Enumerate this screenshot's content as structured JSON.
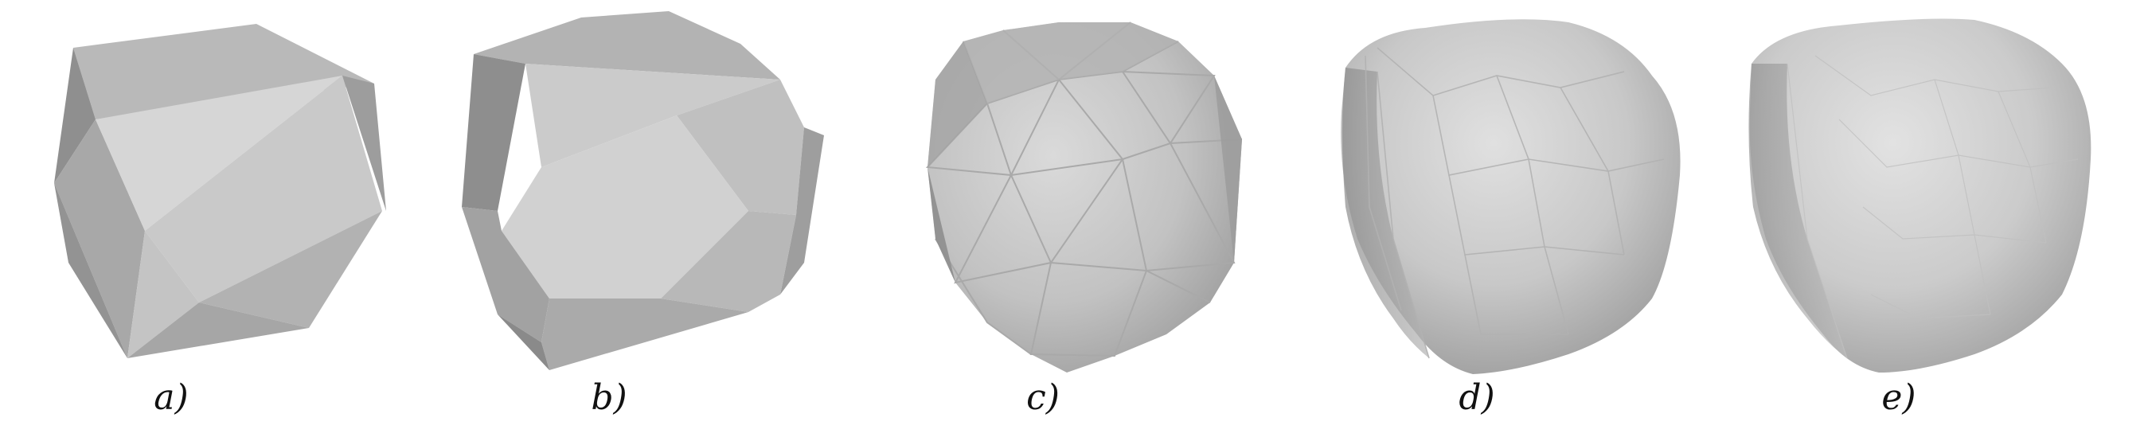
{
  "panels": [
    {
      "id": "a",
      "label": "a)"
    },
    {
      "id": "b",
      "label": "b)"
    },
    {
      "id": "c",
      "label": "c)"
    },
    {
      "id": "d",
      "label": "d)"
    },
    {
      "id": "e",
      "label": "e)"
    }
  ],
  "colors": {
    "background": "#ffffff",
    "face_light": "#d4d4d4",
    "face_mid": "#bdbdbd",
    "face_dark": "#9a9a9a",
    "face_darker": "#8a8a8a",
    "caption": "#111111"
  }
}
